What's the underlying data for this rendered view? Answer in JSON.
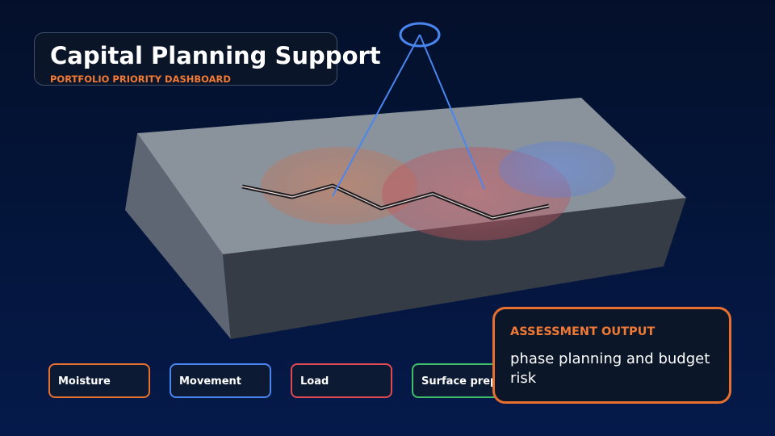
{
  "header": {
    "title": "Capital Planning Support",
    "subtitle": "PORTFOLIO PRIORITY DASHBOARD"
  },
  "factors": [
    {
      "label": "Moisture",
      "color": "#e8712e"
    },
    {
      "label": "Movement",
      "color": "#4a86f0"
    },
    {
      "label": "Load",
      "color": "#e04a50"
    },
    {
      "label": "Surface prep",
      "color": "#3fbf6a"
    }
  ],
  "output": {
    "title": "ASSESSMENT OUTPUT",
    "body": "phase planning and budget risk"
  },
  "colors": {
    "accent_orange": "#e8712e",
    "accent_blue": "#4a86f0",
    "accent_red": "#e04a50",
    "accent_green": "#3fbf6a",
    "slab_top": "#8a939c",
    "slab_front": "#363c45",
    "slab_left": "#5e6673"
  }
}
